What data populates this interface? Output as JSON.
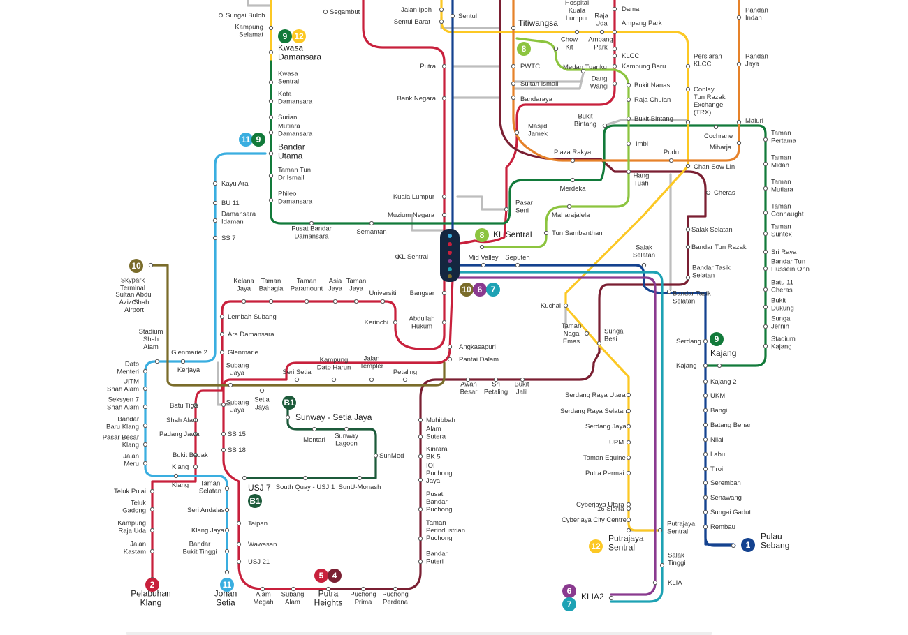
{
  "colors": {
    "red": "#c8203c",
    "darkred": "#7a1f32",
    "blue": "#14428f",
    "purple": "#8a3a8f",
    "teal": "#1ea2b4",
    "lightblue": "#3aaee0",
    "green": "#127a3a",
    "lightgreen": "#8cc43f",
    "yellow": "#fcc824",
    "orange": "#e6822a",
    "olive": "#7a6c2a",
    "grey": "#bdbdbd",
    "navy": "#2c3f92",
    "darkgreen": "#1c5a3a"
  },
  "stations": [
    {
      "id": "sungai_buloh",
      "text": "Sungai Buloh"
    },
    {
      "id": "kampung_selamat",
      "text": "Kampung\nSelamat"
    },
    {
      "id": "segambut",
      "text": "Segambut"
    },
    {
      "id": "jalan_ipoh",
      "text": "Jalan Ipoh"
    },
    {
      "id": "sentul_barat",
      "text": "Sentul Barat"
    },
    {
      "id": "sentul",
      "text": "Sentul"
    },
    {
      "id": "titiwangsa",
      "text": "Titiwangsa"
    },
    {
      "id": "hkl",
      "text": "Hospital\nKuala\nLumpur"
    },
    {
      "id": "raja_uda",
      "text": "Raja\nUda"
    },
    {
      "id": "damai",
      "text": "Damai"
    },
    {
      "id": "ampang_park",
      "text": "Ampang Park"
    },
    {
      "id": "pandan_indah",
      "text": "Pandan\nIndah"
    },
    {
      "id": "kwasa_damansara",
      "text": "Kwasa\nDamansara"
    },
    {
      "id": "kwasa_sentral",
      "text": "Kwasa\nSentral"
    },
    {
      "id": "kota_damansara",
      "text": "Kota\nDamansara"
    },
    {
      "id": "surian",
      "text": "Surian"
    },
    {
      "id": "mutiara_damansara",
      "text": "Mutiara\nDamansara"
    },
    {
      "id": "bandar_utama",
      "text": "Bandar\nUtama"
    },
    {
      "id": "taman_tun",
      "text": "Taman Tun\nDr Ismail"
    },
    {
      "id": "phileo",
      "text": "Phileo\nDamansara"
    },
    {
      "id": "pusat_bandar_damansara",
      "text": "Pusat Bandar\nDamansara"
    },
    {
      "id": "semantan",
      "text": "Semantan"
    },
    {
      "id": "putra",
      "text": "Putra"
    },
    {
      "id": "bank_negara",
      "text": "Bank Negara"
    },
    {
      "id": "pwtc",
      "text": "PWTC"
    },
    {
      "id": "sultan_ismail",
      "text": "Sultan Ismail"
    },
    {
      "id": "bandaraya",
      "text": "Bandaraya"
    },
    {
      "id": "chow_kit",
      "text": "Chow\nKit"
    },
    {
      "id": "ampang_park2",
      "text": "Ampang\nPark"
    },
    {
      "id": "klcc",
      "text": "KLCC"
    },
    {
      "id": "kampung_baru",
      "text": "Kampung Baru"
    },
    {
      "id": "medan_tuanku",
      "text": "Medan Tuanku"
    },
    {
      "id": "dang_wangi",
      "text": "Dang\nWangi"
    },
    {
      "id": "bukit_nanas",
      "text": "Bukit Nanas"
    },
    {
      "id": "raja_chulan",
      "text": "Raja Chulan"
    },
    {
      "id": "bukit_bintang_m",
      "text": "Bukit Bintang"
    },
    {
      "id": "bukit_bintang",
      "text": "Bukit\nBintang"
    },
    {
      "id": "masjid_jamek",
      "text": "Masjid\nJamek"
    },
    {
      "id": "persiaran_klcc",
      "text": "Persiaran\nKLCC"
    },
    {
      "id": "conlay",
      "text": "Conlay"
    },
    {
      "id": "trx",
      "text": "Tun Razak\nExchange\n(TRX)"
    },
    {
      "id": "pandan_jaya",
      "text": "Pandan\nJaya"
    },
    {
      "id": "maluri",
      "text": "Maluri"
    },
    {
      "id": "cochrane",
      "text": "Cochrane"
    },
    {
      "id": "miharja",
      "text": "Miharja"
    },
    {
      "id": "taman_pertama",
      "text": "Taman\nPertama"
    },
    {
      "id": "imbi",
      "text": "Imbi"
    },
    {
      "id": "pudu",
      "text": "Pudu"
    },
    {
      "id": "plaza_rakyat",
      "text": "Plaza Rakyat"
    },
    {
      "id": "chan_sow_lin",
      "text": "Chan Sow Lin"
    },
    {
      "id": "taman_midah",
      "text": "Taman\nMidah"
    },
    {
      "id": "merdeka",
      "text": "Merdeka"
    },
    {
      "id": "hang_tuah",
      "text": "Hang\nTuah"
    },
    {
      "id": "cheras",
      "text": "Cheras"
    },
    {
      "id": "taman_mutiara",
      "text": "Taman\nMutiara"
    },
    {
      "id": "kayu_ara",
      "text": "Kayu Ara"
    },
    {
      "id": "bu11",
      "text": "BU 11"
    },
    {
      "id": "damansara_idaman",
      "text": "Damansara\nIdaman"
    },
    {
      "id": "ss7",
      "text": "SS 7"
    },
    {
      "id": "kuala_lumpur",
      "text": "Kuala Lumpur"
    },
    {
      "id": "pasar_seni",
      "text": "Pasar\nSeni"
    },
    {
      "id": "muzium_negara",
      "text": "Muzium Negara"
    },
    {
      "id": "maharajalela",
      "text": "Maharajalela"
    },
    {
      "id": "tun_sambanthan",
      "text": "Tun Sambanthan"
    },
    {
      "id": "salak_selatan",
      "text": "Salak Selatan"
    },
    {
      "id": "taman_connaught",
      "text": "Taman\nConnaught"
    },
    {
      "id": "taman_suntex",
      "text": "Taman\nSuntex"
    },
    {
      "id": "bandar_tun_razak",
      "text": "Bandar Tun Razak"
    },
    {
      "id": "sri_raya",
      "text": "Sri Raya"
    },
    {
      "id": "kl_sentral",
      "text": "KL Sentral"
    },
    {
      "id": "kl_sentral_mono",
      "text": "KL Sentral"
    },
    {
      "id": "mid_valley",
      "text": "Mid Valley"
    },
    {
      "id": "seputeh",
      "text": "Seputeh"
    },
    {
      "id": "salak_selatan2",
      "text": "Salak\nSelatan"
    },
    {
      "id": "bandar_tasik_selatan",
      "text": "Bandar Tasik\nSelatan"
    },
    {
      "id": "bandar_tun_hussein_onn",
      "text": "Bandar Tun\nHussein Onn"
    },
    {
      "id": "batu11",
      "text": "Batu 11\nCheras"
    },
    {
      "id": "skypark",
      "text": "Skypark\nTerminal"
    },
    {
      "id": "subang_airport",
      "text": "Sultan Abdul\nAziz Shah\nAirport"
    },
    {
      "id": "kelana_jaya",
      "text": "Kelana\nJaya"
    },
    {
      "id": "taman_bahagia",
      "text": "Taman\nBahagia"
    },
    {
      "id": "taman_paramount",
      "text": "Taman\nParamount"
    },
    {
      "id": "asia_jaya",
      "text": "Asia\nJaya"
    },
    {
      "id": "taman_jaya",
      "text": "Taman\nJaya"
    },
    {
      "id": "universiti",
      "text": "Universiti"
    },
    {
      "id": "bangsar",
      "text": "Bangsar"
    },
    {
      "id": "bandar_tasik_selatan2",
      "text": "Bandar Tasik\nSelatan"
    },
    {
      "id": "kuchai",
      "text": "Kuchai"
    },
    {
      "id": "lembah_subang",
      "text": "Lembah Subang"
    },
    {
      "id": "kerinchi",
      "text": "Kerinchi"
    },
    {
      "id": "abdullah_hukum",
      "text": "Abdullah\nHukum"
    },
    {
      "id": "ara_damansara",
      "text": "Ara Damansara"
    },
    {
      "id": "taman_naga_emas",
      "text": "Taman\nNaga\nEmas"
    },
    {
      "id": "sungai_besi",
      "text": "Sungai\nBesi"
    },
    {
      "id": "stadium_shah_alam",
      "text": "Stadium\nShah\nAlam"
    },
    {
      "id": "glenmarie2",
      "text": "Glenmarie 2"
    },
    {
      "id": "glenmarie",
      "text": "Glenmarie"
    },
    {
      "id": "angkasapuri",
      "text": "Angkasapuri"
    },
    {
      "id": "serdang",
      "text": "Serdang"
    },
    {
      "id": "bukit_dukung",
      "text": "Bukit\nDukung"
    },
    {
      "id": "sungai_jernih",
      "text": "Sungai\nJernih"
    },
    {
      "id": "stadium_kajang",
      "text": "Stadium\nKajang"
    },
    {
      "id": "kajang_mrt",
      "text": "Kajang"
    },
    {
      "id": "kajang",
      "text": "Kajang"
    },
    {
      "id": "kerjaya",
      "text": "Kerjaya"
    },
    {
      "id": "pantai_dalam",
      "text": "Pantai Dalam"
    },
    {
      "id": "dato_menteri",
      "text": "Dato\nMenteri"
    },
    {
      "id": "seri_setia",
      "text": "Seri Setia"
    },
    {
      "id": "kampung_dato_harun",
      "text": "Kampung\nDato Harun"
    },
    {
      "id": "jalan_templer",
      "text": "Jalan\nTempler"
    },
    {
      "id": "petaling",
      "text": "Petaling"
    },
    {
      "id": "subang_jaya",
      "text": "Subang\nJaya"
    },
    {
      "id": "uitm",
      "text": "UiTM\nShah Alam"
    },
    {
      "id": "awan_besar",
      "text": "Awan\nBesar"
    },
    {
      "id": "sri_petaling",
      "text": "Sri\nPetaling"
    },
    {
      "id": "bukit_jalil",
      "text": "Bukit\nJalil"
    },
    {
      "id": "serdang_raya_utara",
      "text": "Serdang Raya Utara"
    },
    {
      "id": "kajang2",
      "text": "Kajang 2"
    },
    {
      "id": "seksyen7",
      "text": "Seksyen 7\nShah Alam"
    },
    {
      "id": "batu_tiga",
      "text": "Batu Tiga"
    },
    {
      "id": "subang_jaya2",
      "text": "Subang\nJaya"
    },
    {
      "id": "setia_jaya",
      "text": "Setia\nJaya"
    },
    {
      "id": "sunway_setia_jaya",
      "text": "Sunway - Setia Jaya"
    },
    {
      "id": "serdang_raya_selatan",
      "text": "Serdang Raya Selatan"
    },
    {
      "id": "ukm",
      "text": "UKM"
    },
    {
      "id": "bandar_baru_klang",
      "text": "Bandar\nBaru Klang"
    },
    {
      "id": "shah_alam",
      "text": "Shah Alam"
    },
    {
      "id": "muhibbah",
      "text": "Muhibbah"
    },
    {
      "id": "bangi",
      "text": "Bangi"
    },
    {
      "id": "padang_jawa",
      "text": "Padang Jawa"
    },
    {
      "id": "ss15",
      "text": "SS 15"
    },
    {
      "id": "mentari",
      "text": "Mentari"
    },
    {
      "id": "sunway_lagoon",
      "text": "Sunway\nLagoon"
    },
    {
      "id": "alam_sutera",
      "text": "Alam\nSutera"
    },
    {
      "id": "serdang_jaya",
      "text": "Serdang Jaya"
    },
    {
      "id": "batang_benar",
      "text": "Batang Benar"
    },
    {
      "id": "pasar_besar_klang",
      "text": "Pasar Besar\nKlang"
    },
    {
      "id": "ss18",
      "text": "SS 18"
    },
    {
      "id": "upm",
      "text": "UPM"
    },
    {
      "id": "nilai",
      "text": "Nilai"
    },
    {
      "id": "jalan_meru",
      "text": "Jalan\nMeru"
    },
    {
      "id": "bukit_badak",
      "text": "Bukit Badak"
    },
    {
      "id": "sunmed",
      "text": "SunMed"
    },
    {
      "id": "kinrara",
      "text": "Kinrara\nBK 5"
    },
    {
      "id": "taman_equine",
      "text": "Taman Equine"
    },
    {
      "id": "labu",
      "text": "Labu"
    },
    {
      "id": "klang",
      "text": "Klang"
    },
    {
      "id": "tiroi",
      "text": "Tiroi"
    },
    {
      "id": "ioi_puchong",
      "text": "IOI\nPuchong\nJaya"
    },
    {
      "id": "putra_permai",
      "text": "Putra Permai"
    },
    {
      "id": "klang2",
      "text": "Klang"
    },
    {
      "id": "taman_selatan",
      "text": "Taman\nSelatan"
    },
    {
      "id": "usj7",
      "text": "USJ 7"
    },
    {
      "id": "south_quay",
      "text": "South Quay - USJ 1"
    },
    {
      "id": "sunu_monash",
      "text": "SunU-Monash"
    },
    {
      "id": "seremban",
      "text": "Seremban"
    },
    {
      "id": "teluk_pulai",
      "text": "Teluk Pulai"
    },
    {
      "id": "sixteen_sierra",
      "text": "16 Sierra"
    },
    {
      "id": "senawang",
      "text": "Senawang"
    },
    {
      "id": "teluk_gadong",
      "text": "Teluk\nGadong"
    },
    {
      "id": "seri_andalas",
      "text": "Seri Andalas"
    },
    {
      "id": "pusat_bandar_puchong",
      "text": "Pusat\nBandar\nPuchong"
    },
    {
      "id": "cyberjaya_utara",
      "text": "Cyberjaya Utara"
    },
    {
      "id": "sungai_gadut",
      "text": "Sungai Gadut"
    },
    {
      "id": "taipan",
      "text": "Taipan"
    },
    {
      "id": "cyberjaya_city_centre",
      "text": "Cyberjaya City Centre"
    },
    {
      "id": "rembau",
      "text": "Rembau"
    },
    {
      "id": "kampung_raja_uda",
      "text": "Kampung\nRaja Uda"
    },
    {
      "id": "klang_jaya",
      "text": "Klang Jaya"
    },
    {
      "id": "taman_perindustrian_puchong",
      "text": "Taman\nPerindustrian\nPuchong"
    },
    {
      "id": "putrajaya_sentral_ktm",
      "text": "Putrajaya\nSentral"
    },
    {
      "id": "wawasan",
      "text": "Wawasan"
    },
    {
      "id": "putrajaya_sentral",
      "text": "Putrajaya\nSentral"
    },
    {
      "id": "pulau_sebang",
      "text": "Pulau\nSebang"
    },
    {
      "id": "jalan_kastam",
      "text": "Jalan\nKastam"
    },
    {
      "id": "bandar_bukit_tinggi",
      "text": "Bandar\nBukit Tinggi"
    },
    {
      "id": "bandar_puteri",
      "text": "Bandar\nPuteri"
    },
    {
      "id": "usj21",
      "text": "USJ 21"
    },
    {
      "id": "salak_tinggi",
      "text": "Salak\nTinggi"
    },
    {
      "id": "klia",
      "text": "KLIA"
    },
    {
      "id": "klia2",
      "text": "KLIA2"
    },
    {
      "id": "pelabuhan_klang",
      "text": "Pelabuhan\nKlang"
    },
    {
      "id": "johan_setia",
      "text": "Johan\nSetia"
    },
    {
      "id": "alam_megah",
      "text": "Alam\nMegah"
    },
    {
      "id": "subang_alam",
      "text": "Subang\nAlam"
    },
    {
      "id": "putra_heights",
      "text": "Putra\nHeights"
    },
    {
      "id": "puchong_prima",
      "text": "Puchong\nPrima"
    },
    {
      "id": "puchong_perdana",
      "text": "Puchong\nPerdana"
    }
  ],
  "badges": [
    {
      "id": "b9_kwasa",
      "label": "9",
      "color": "#127a3a"
    },
    {
      "id": "b12_kwasa",
      "label": "12",
      "color": "#fcc824"
    },
    {
      "id": "b8_titiwangsa",
      "label": "8",
      "color": "#8cc43f"
    },
    {
      "id": "b11_bu",
      "label": "11",
      "color": "#3aaee0"
    },
    {
      "id": "b9_bu",
      "label": "9",
      "color": "#127a3a"
    },
    {
      "id": "b8_kls",
      "label": "8",
      "color": "#8cc43f"
    },
    {
      "id": "b10_sky",
      "label": "10",
      "color": "#7a6c2a"
    },
    {
      "id": "b10_kls",
      "label": "10",
      "color": "#7a6c2a"
    },
    {
      "id": "b6_kls",
      "label": "6",
      "color": "#8a3a8f"
    },
    {
      "id": "b7_kls",
      "label": "7",
      "color": "#1ea2b4"
    },
    {
      "id": "b9_kajang",
      "label": "9",
      "color": "#127a3a"
    },
    {
      "id": "bB1_setia",
      "label": "B1",
      "color": "#1c5a3a"
    },
    {
      "id": "bB1_usj",
      "label": "B1",
      "color": "#1c5a3a"
    },
    {
      "id": "b12_ps",
      "label": "12",
      "color": "#fcc824"
    },
    {
      "id": "b1_ps",
      "label": "1",
      "color": "#14428f"
    },
    {
      "id": "b6_klia2",
      "label": "6",
      "color": "#8a3a8f"
    },
    {
      "id": "b7_klia2",
      "label": "7",
      "color": "#1ea2b4"
    },
    {
      "id": "b2_pk",
      "label": "2",
      "color": "#c8203c"
    },
    {
      "id": "b11_js",
      "label": "11",
      "color": "#3aaee0"
    },
    {
      "id": "b5_ph",
      "label": "5",
      "color": "#c8203c"
    },
    {
      "id": "b4_ph",
      "label": "4",
      "color": "#7a1f32"
    }
  ]
}
